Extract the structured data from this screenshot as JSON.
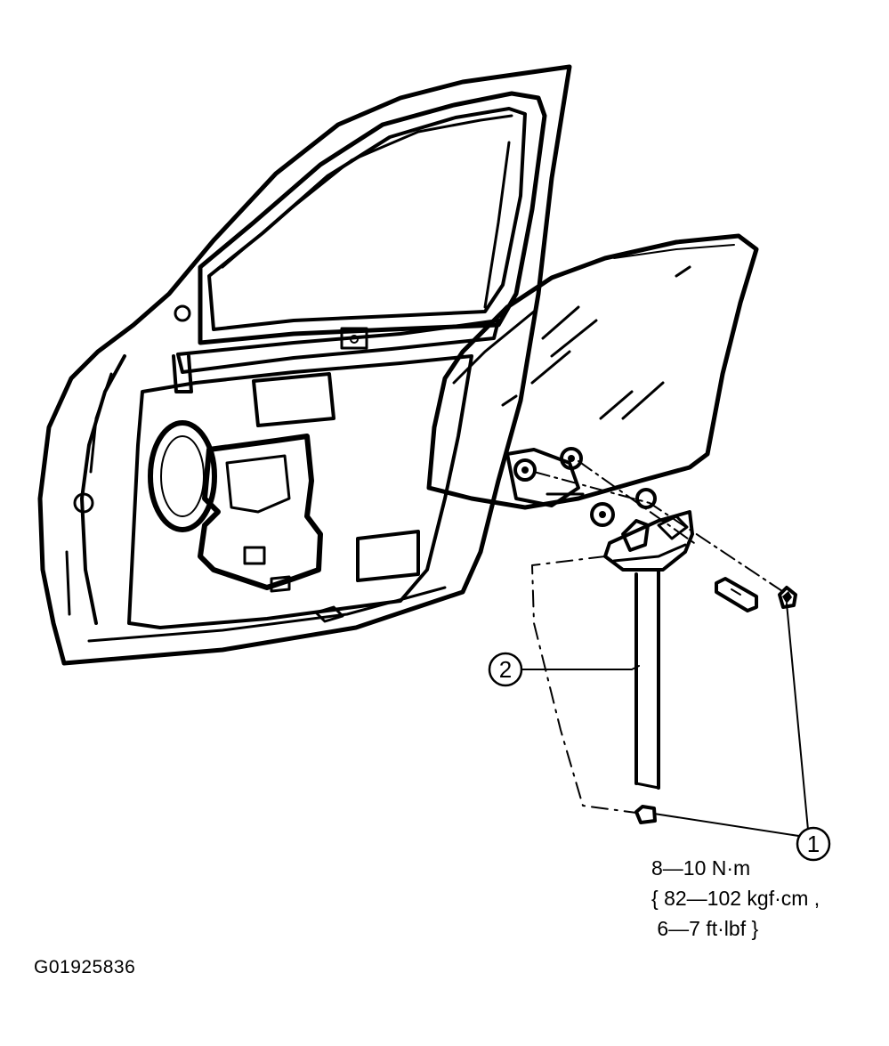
{
  "callouts": [
    {
      "number": "1",
      "part": "nut"
    },
    {
      "number": "2",
      "part": "window regulator rail"
    }
  ],
  "torque_spec": {
    "line1": "8—10 N·m",
    "line2": "{ 82—102 kgf·cm ,",
    "line3": " 6—7 ft·lbf }"
  },
  "figure_id": "G01925836"
}
